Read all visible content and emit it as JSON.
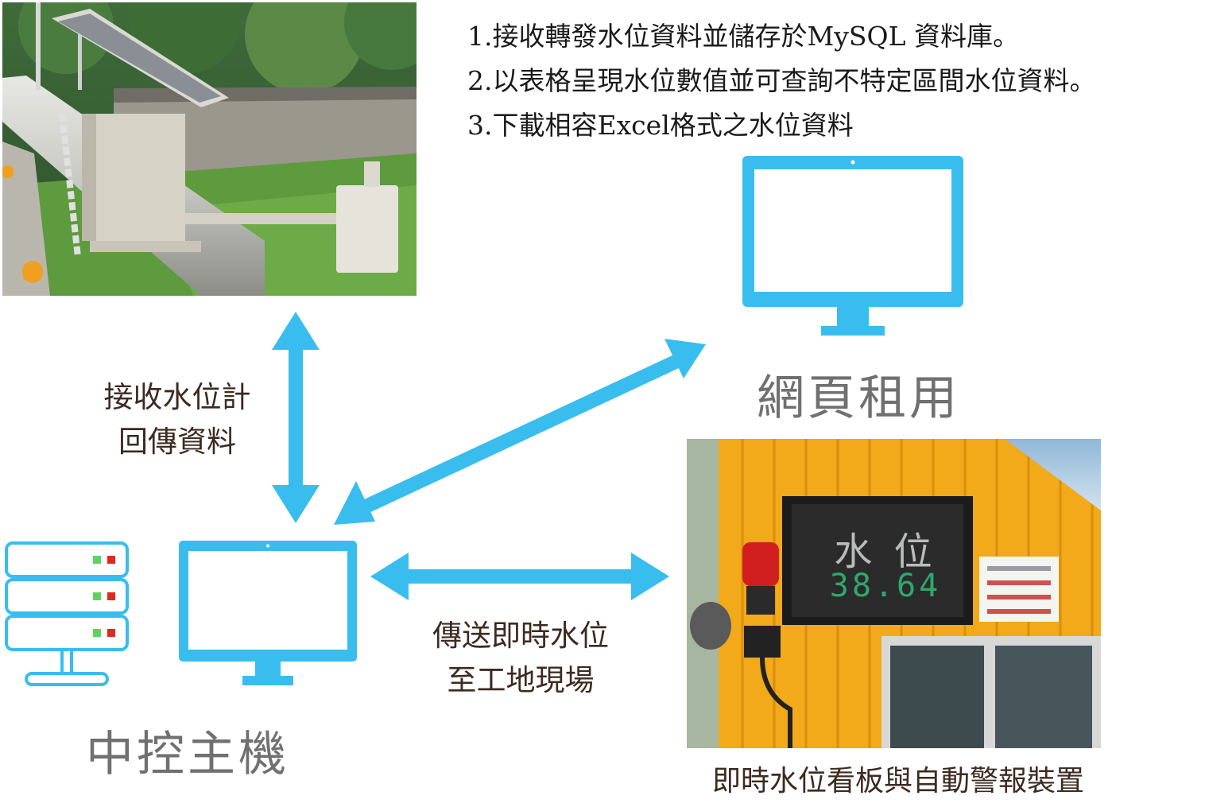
{
  "features": [
    "1.接收轉發水位資料並儲存於MySQL 資料庫。",
    "2.以表格呈現水位數值並可查詢不特定區間水位資料。",
    "3.下載相容Excel格式之水位資料"
  ],
  "labels": {
    "web_rental": "網頁租用",
    "central_host": "中控主機",
    "receive_line1": "接收水位計",
    "receive_line2": "回傳資料",
    "send_line1": "傳送即時水位",
    "send_line2": "至工地現場",
    "board_caption": "即時水位看板與自動警報裝置"
  },
  "board": {
    "line1": "水 位",
    "line2": "38.64"
  },
  "colors": {
    "accent": "#39BDEE",
    "led_green": "#5FD35F",
    "led_red": "#E0281F",
    "cabin_yellow": "#F2A91A"
  },
  "icons": [
    "monitor-icon",
    "server-icon",
    "double-arrow-icon"
  ]
}
